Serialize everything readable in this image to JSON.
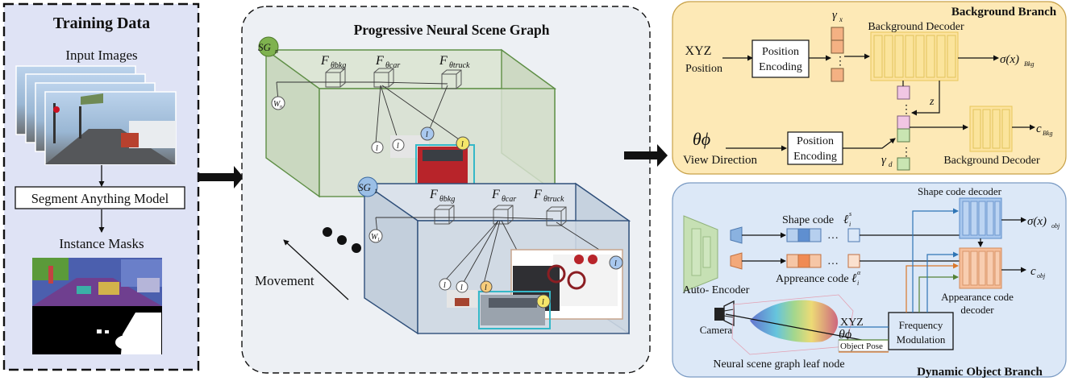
{
  "training": {
    "title": "Training Data",
    "input_images": "Input Images",
    "sam": "Segment Anything Model",
    "instance_masks": "Instance Masks"
  },
  "graph": {
    "title": "Progressive Neural Scene Graph",
    "sg_n": "SG",
    "sg_n_sub": "n",
    "sg_1": "SG",
    "sg_1_sub": "1",
    "f": "F",
    "sub_bkg": "θbkg",
    "sub_car": "θcar",
    "sub_truck": "θtruck",
    "w": "W",
    "w_n_sub": "n",
    "w_1_sub": "1",
    "l": "l",
    "movement": "Movement"
  },
  "background": {
    "title": "Background  Branch",
    "xyz": "XYZ",
    "position": "Position",
    "pos_enc_1": "Position",
    "pos_enc_2": "Encoding",
    "gamma": "γ",
    "gamma_x_sub": "x",
    "gamma_d_sub": "d",
    "decoder_top": "Background Decoder",
    "decoder_bottom": "Background Decoder",
    "sigma_bkg": "σ(x)",
    "sigma_bkg_sub": "Bkg",
    "c": "c",
    "c_bkg_sub": "Bkg",
    "z": "z",
    "theta_phi": "θϕ",
    "view_direction": "View Direction"
  },
  "dynamic": {
    "title": "Dynamic Object  Branch",
    "shape_decoder": "Shape code decoder",
    "shape_code": "Shape code",
    "shape_l": "ℓ",
    "appearance_code": "Appreance code",
    "appearance_l": "ℓ",
    "sup_s": "s",
    "sup_a": "α",
    "sub_i": "i",
    "auto_encoder": "Auto- Encoder",
    "sigma_obj": "σ(x)",
    "sigma_obj_sub": "obj",
    "c": "c",
    "c_obj_sub": "obj",
    "app_dec_1": "Appearance code",
    "app_dec_2": "decoder",
    "camera": "Camera",
    "xyz": "XYZ",
    "theta_phi": "θϕ",
    "object_pose": "Object Pose",
    "freq_1": "Frequency",
    "freq_2": "Modulation",
    "leaf": "Neural scene graph leaf node"
  },
  "colors": {
    "training_bg": "#dfe3f5",
    "graph_bg": "#edf0f4",
    "green_box": "#d9e4d2",
    "blue_box": "#cfd8e4",
    "bkg_branch": "#fde9b6",
    "dyn_branch": "#dce8f7",
    "shape_dec": "#a9c8ee",
    "app_dec": "#f6bf9b"
  }
}
